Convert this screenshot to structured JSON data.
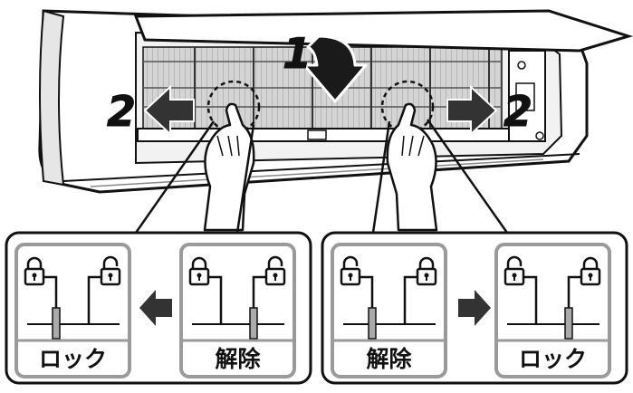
{
  "steps": {
    "step1": "1",
    "step2_left": "2",
    "step2_right": "2"
  },
  "panels": {
    "left": {
      "lock_label": "ロック",
      "release_label": "解除"
    },
    "right": {
      "release_label": "解除",
      "lock_label": "ロック"
    }
  },
  "colors": {
    "outline": "#111111",
    "panel_border": "#9a9a9a",
    "panel_fill": "#ffffff",
    "unit_gray": "#d9d9d9",
    "fan_gray": "#c7c7c7",
    "arrow_gray": "#333333"
  },
  "icons": [
    "padlock-locked-icon",
    "padlock-unlocked-icon",
    "arrow-left-icon",
    "arrow-right-icon",
    "arrow-down-icon",
    "hand-icon"
  ]
}
